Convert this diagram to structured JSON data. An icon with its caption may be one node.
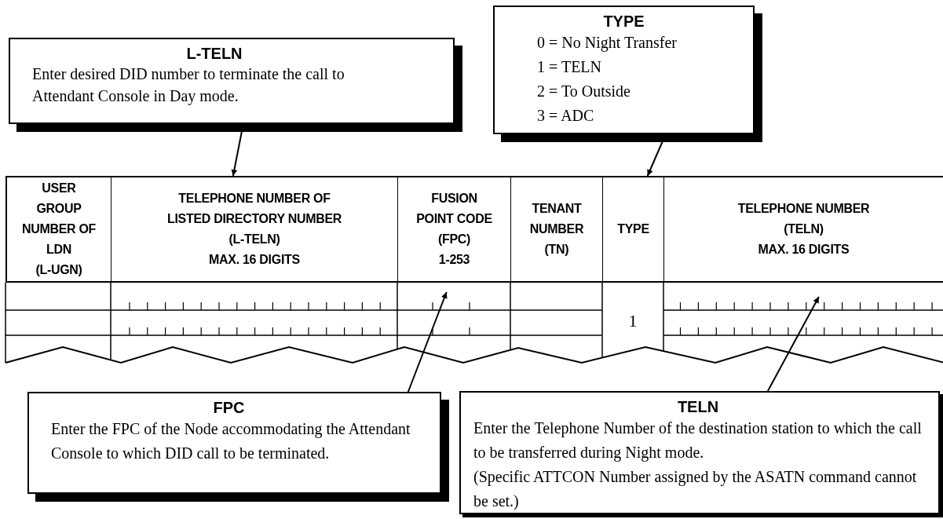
{
  "diagram": {
    "nodes": [
      {
        "text": [
          "L-TELN",
          "Enter desired DID number to terminate the call to Attendant Console in Day mode."
        ]
      },
      {
        "text": [
          "TYPE",
          "0 = No Night Transfer",
          "1 = TELN",
          "2 = To Outside",
          "3 = ADC"
        ]
      },
      {
        "text": [
          "USER GROUP NUMBER OF LDN",
          "(L-UGN)"
        ]
      },
      {
        "text": [
          "TELEPHONE NUMBER OF LISTED DIRECTORY NUMBER",
          "(L-TELN)",
          "MAX. 16 DIGITS"
        ]
      },
      {
        "text": [
          "FUSION POINT CODE",
          "(FPC)",
          "1-253"
        ]
      },
      {
        "text": [
          "TENANT NUMBER",
          "(TN)"
        ]
      },
      {
        "text": [
          "TYPE"
        ]
      },
      {
        "text": [
          "TELEPHONE NUMBER",
          "(TELN)",
          "MAX. 16 DIGITS"
        ]
      },
      {
        "text": [],
        "shape": "box"
      },
      {
        "text": [
          "1"
        ]
      },
      {
        "text": [],
        "shape": "box"
      },
      {
        "text": [
          "FPC",
          "Enter the FPC of the Node accommodating the Attendant Console to which DID call to be terminated."
        ]
      },
      {
        "text": [
          "TELN",
          "Enter the Telephone Number of the destination station to which the call to be transferred during Night mode.",
          "(Specific ATTCON Number assigned by the ASATN command cannot be set.)"
        ]
      }
    ],
    "edges": [
      {
        "from": 0,
        "to": 3,
        "arrow": "to"
      },
      {
        "from": 1,
        "to": 6,
        "arrow": "to"
      },
      {
        "from": 11,
        "to": 8,
        "arrow": "to"
      },
      {
        "from": 12,
        "to": 10,
        "arrow": "to"
      }
    ]
  }
}
